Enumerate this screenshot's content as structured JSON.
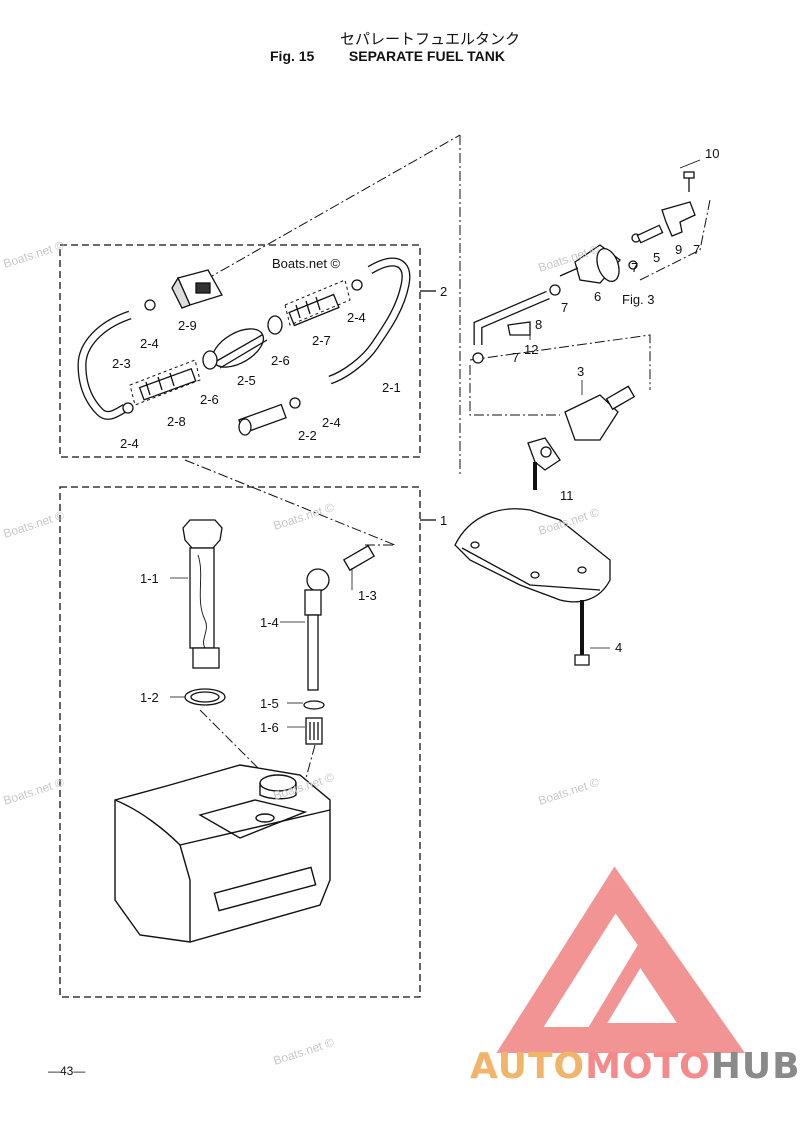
{
  "header": {
    "title_jp": "セパレートフュエルタンク",
    "fig_label": "Fig. 15",
    "title_en": "SEPARATE FUEL TANK"
  },
  "watermark": "Boats.net ©",
  "labels": {
    "p1": "1",
    "p1_1": "1-1",
    "p1_2": "1-2",
    "p1_3": "1-3",
    "p1_4": "1-4",
    "p1_5": "1-5",
    "p1_6": "1-6",
    "p2": "2",
    "p2_1": "2-1",
    "p2_2": "2-2",
    "p2_3": "2-3",
    "p2_4": "2-4",
    "p2_5": "2-5",
    "p2_6": "2-6",
    "p2_7": "2-7",
    "p2_8": "2-8",
    "p2_9": "2-9",
    "p3": "3",
    "p4": "4",
    "p5": "5",
    "p6": "6",
    "p7": "7",
    "p8": "8",
    "p9": "9",
    "p10": "10",
    "p11": "11",
    "p12": "12",
    "fig3": "Fig. 3"
  },
  "footer": {
    "page_number": "—43—",
    "logo": {
      "part1": "AUTO",
      "part2": "MOTO",
      "part3": "HUB"
    }
  },
  "colors": {
    "logo_red": "#f07a7a",
    "logo_orange": "#f2b36b",
    "logo_gray": "#8a8a8a"
  }
}
